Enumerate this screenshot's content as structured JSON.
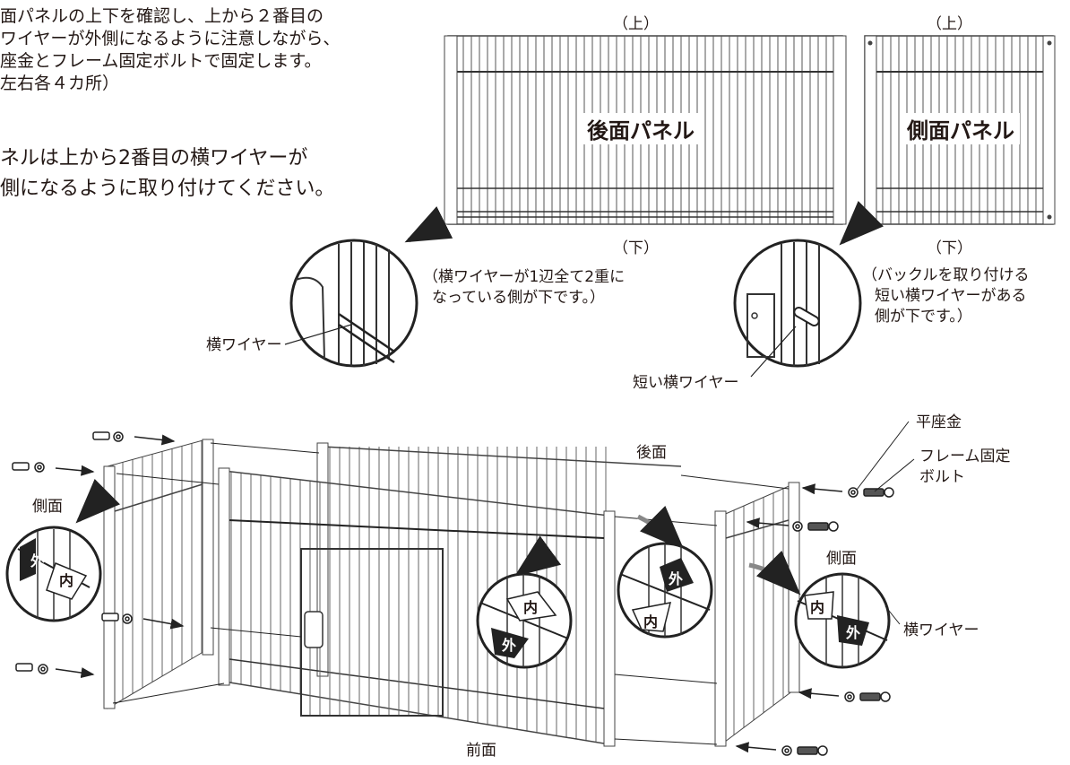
{
  "instructions": {
    "line1": "面パネルの上下を確認し、上から２番目の",
    "line2": "ワイヤーが外側になるように注意しながら、",
    "line3": "座金とフレーム固定ボルトで固定します。",
    "line4": "左右各４カ所）",
    "note1": "ネルは上から2番目の横ワイヤーが",
    "note2": "側になるように取り付けてください。"
  },
  "rear_panel": {
    "top_label": "（上）",
    "name": "後面パネル",
    "bottom_label": "（下）",
    "note1": "（横ワイヤーが1辺全て2重に",
    "note2": "なっている側が下です。）",
    "callout": "横ワイヤー"
  },
  "side_panel": {
    "top_label": "（上）",
    "name": "側面パネル",
    "bottom_label": "（下）",
    "note1": "（バックルを取り付ける",
    "note2": "短い横ワイヤーがある",
    "note3": "側が下です。）",
    "callout": "短い横ワイヤー"
  },
  "assembly": {
    "back_label": "後面",
    "front_label": "前面",
    "side_left_label": "側面",
    "side_right_label": "側面",
    "washer_label": "平座金",
    "bolt_label_1": "フレーム固定",
    "bolt_label_2": "ボルト",
    "wire_label": "横ワイヤー",
    "mark_out": "外",
    "mark_in": "内"
  }
}
